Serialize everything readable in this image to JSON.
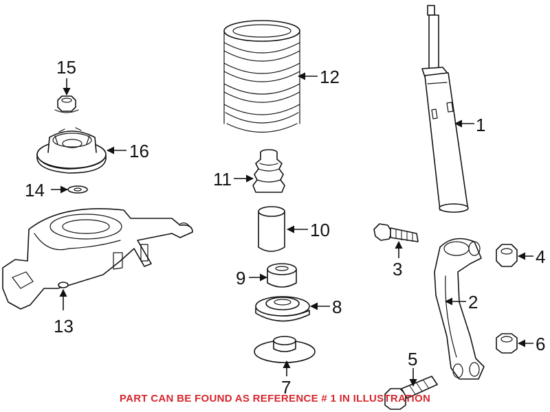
{
  "callouts": {
    "c1": "1",
    "c2": "2",
    "c3": "3",
    "c4": "4",
    "c5": "5",
    "c6": "6",
    "c7": "7",
    "c8": "8",
    "c9": "9",
    "c10": "10",
    "c11": "11",
    "c12": "12",
    "c13": "13",
    "c14": "14",
    "c15": "15",
    "c16": "16"
  },
  "footer_note": "PART CAN BE FOUND AS REFERENCE # 1 IN ILLUSTRATION",
  "colors": {
    "note": "#d6262d",
    "line": "#111111",
    "background": "#ffffff"
  }
}
